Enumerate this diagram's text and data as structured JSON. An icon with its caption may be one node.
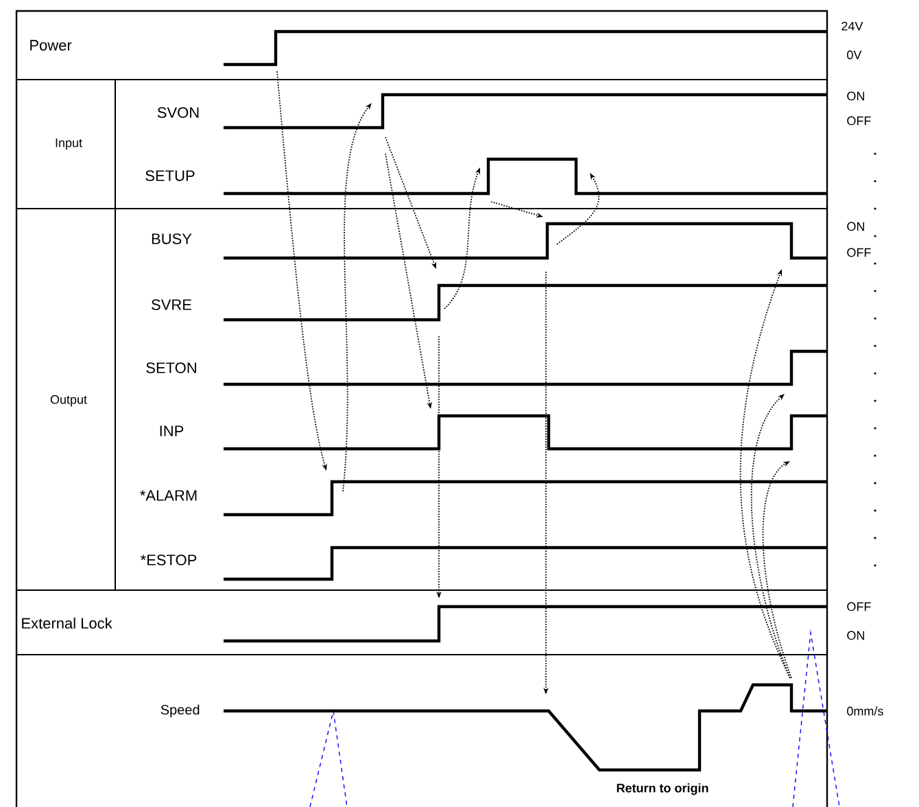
{
  "diagram": {
    "labels": [
      "Power",
      "24V",
      "0V",
      "Input",
      "SVON",
      "ON",
      "OFF",
      "SETUP",
      "Output",
      "BUSY",
      "ON",
      "OFF",
      "SVRE",
      "SETON",
      "INP",
      "*ALARM",
      "*ESTOP",
      "External Lock",
      "OFF",
      "ON",
      "Speed",
      "0mm/s",
      "Return to origin"
    ]
  }
}
